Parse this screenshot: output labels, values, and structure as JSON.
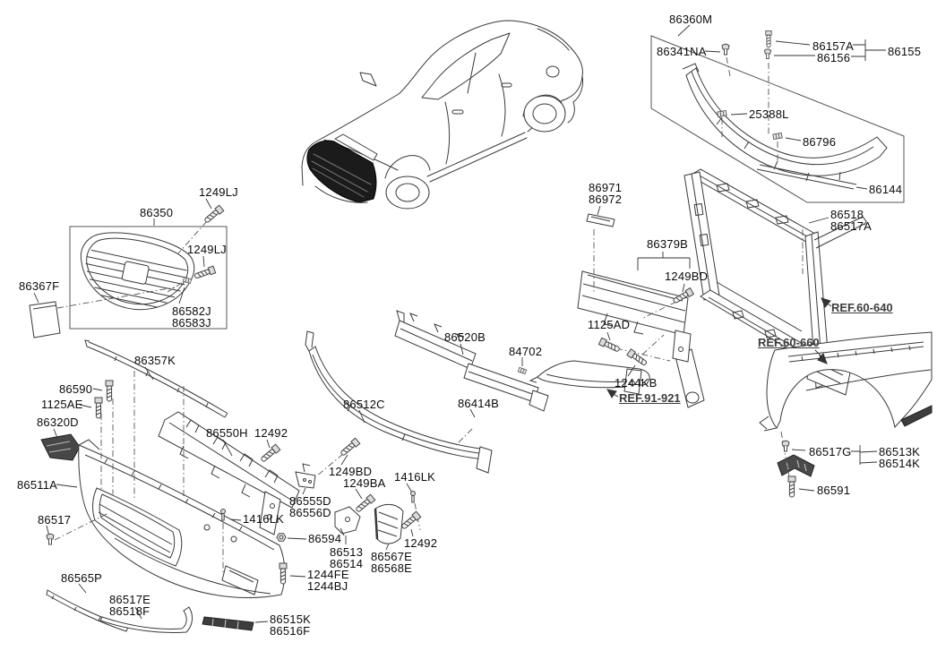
{
  "colors": {
    "background": "#ffffff",
    "line_art": "#3a3a3a",
    "box_outline": "#555555",
    "label_text": "#0a0a0a",
    "ref_link_text": "#3d3d3d",
    "dark_fill": "#1b1b1b"
  },
  "icons": {
    "bolt": "screw-side-view-shape",
    "clip": "push-clip-shape",
    "nut": "hex-nut-shape",
    "pin": "rivet-pin-shape",
    "tab": "square-clip-shape"
  },
  "labels": [
    {
      "text": "86360M"
    },
    {
      "text": "86341NA"
    },
    {
      "text": "86157A"
    },
    {
      "text": "86156"
    },
    {
      "text": "86155"
    },
    {
      "text": "25388L"
    },
    {
      "text": "86796"
    },
    {
      "text": "86144"
    },
    {
      "text": "86971"
    },
    {
      "text": "86972"
    },
    {
      "text": "86518"
    },
    {
      "text": "86517A"
    },
    {
      "text": "86379B"
    },
    {
      "text": "1249BD"
    },
    {
      "text": "1125AD"
    },
    {
      "text": "1244KB"
    },
    {
      "text": "1249LJ"
    },
    {
      "text": "86350"
    },
    {
      "text": "1249LJ"
    },
    {
      "text": "86367F"
    },
    {
      "text": "86582J"
    },
    {
      "text": "86583J"
    },
    {
      "text": "86520B"
    },
    {
      "text": "84702"
    },
    {
      "text": "86414B"
    },
    {
      "text": "86357K"
    },
    {
      "text": "86590"
    },
    {
      "text": "1125AE"
    },
    {
      "text": "86320D"
    },
    {
      "text": "86550H"
    },
    {
      "text": "12492"
    },
    {
      "text": "86512C"
    },
    {
      "text": "86511A"
    },
    {
      "text": "1249BD"
    },
    {
      "text": "1249BA"
    },
    {
      "text": "1416LK"
    },
    {
      "text": "86555D"
    },
    {
      "text": "86556D"
    },
    {
      "text": "86517"
    },
    {
      "text": "1416LK"
    },
    {
      "text": "86594"
    },
    {
      "text": "86513"
    },
    {
      "text": "86514"
    },
    {
      "text": "86567E"
    },
    {
      "text": "86568E"
    },
    {
      "text": "12492"
    },
    {
      "text": "1244FE"
    },
    {
      "text": "1244BJ"
    },
    {
      "text": "86565P"
    },
    {
      "text": "86517E"
    },
    {
      "text": "86518F"
    },
    {
      "text": "86515K"
    },
    {
      "text": "86516F"
    },
    {
      "text": "86517G"
    },
    {
      "text": "86513K"
    },
    {
      "text": "86514K"
    },
    {
      "text": "86591"
    }
  ],
  "refs": [
    {
      "text": "REF.60-640"
    },
    {
      "text": "REF.60-660"
    },
    {
      "text": "REF.91-921"
    }
  ]
}
